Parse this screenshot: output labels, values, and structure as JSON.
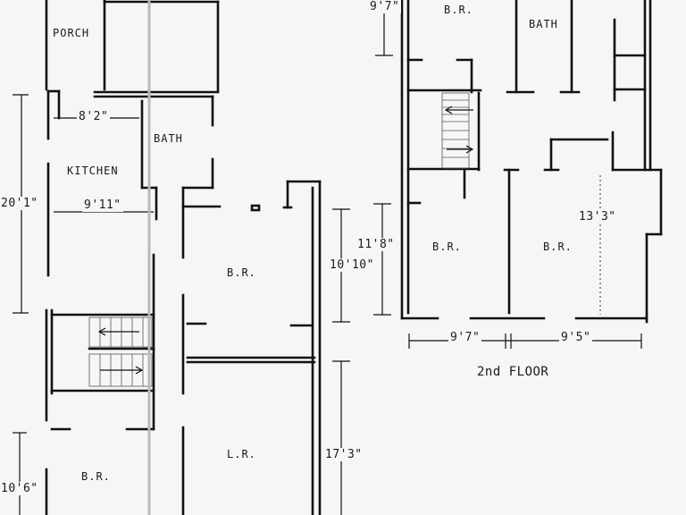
{
  "first_floor": {
    "rooms": {
      "porch": "PORCH",
      "bath": "BATH",
      "kitchen": "KITCHEN",
      "bedroom_right": "B.R.",
      "living_room": "L.R.",
      "bedroom_bottom": "B.R."
    },
    "dimensions": {
      "porch_width": "8'2\"",
      "kitchen_width": "9'11\"",
      "kitchen_length": "20'1\"",
      "bedroom_length": "10'10\"",
      "living_room_length": "17'3\"",
      "bottom_bedroom_length": "10'6\""
    }
  },
  "second_floor": {
    "title": "2nd FLOOR",
    "rooms": {
      "bedroom_top": "B.R.",
      "bath": "BATH",
      "bedroom_left": "B.R.",
      "bedroom_right": "B.R."
    },
    "dimensions": {
      "top_bedroom_length": "9'7\"",
      "left_bedroom_length": "11'8\"",
      "right_bedroom_length": "13'3\"",
      "left_bedroom_width": "9'7\"",
      "right_bedroom_width": "9'5\""
    }
  },
  "colors": {
    "paper": "#f6f6f4",
    "ink": "#111111",
    "fold_line": "#b9b9b9"
  }
}
